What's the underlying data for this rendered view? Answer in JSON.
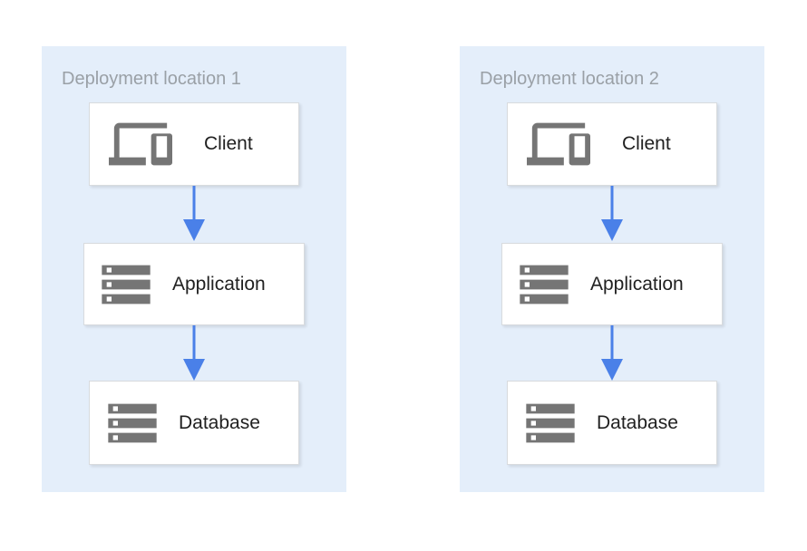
{
  "diagram": {
    "panels": [
      {
        "title": "Deployment location 1",
        "nodes": [
          {
            "label": "Client",
            "icon": "devices-icon"
          },
          {
            "label": "Application",
            "icon": "server-icon"
          },
          {
            "label": "Database",
            "icon": "server-icon"
          }
        ],
        "connections": [
          {
            "from": "Client",
            "to": "Application"
          },
          {
            "from": "Application",
            "to": "Database"
          }
        ]
      },
      {
        "title": "Deployment location 2",
        "nodes": [
          {
            "label": "Client",
            "icon": "devices-icon"
          },
          {
            "label": "Application",
            "icon": "server-icon"
          },
          {
            "label": "Database",
            "icon": "server-icon"
          }
        ],
        "connections": [
          {
            "from": "Client",
            "to": "Application"
          },
          {
            "from": "Application",
            "to": "Database"
          }
        ]
      }
    ],
    "colors": {
      "panel_bg": "#e4eefa",
      "box_bg": "#ffffff",
      "box_border": "#d8dbde",
      "title_text": "#9aa0a6",
      "label_text": "#212121",
      "icon_gray": "#757575",
      "arrow_blue": "#4a80e8"
    }
  }
}
